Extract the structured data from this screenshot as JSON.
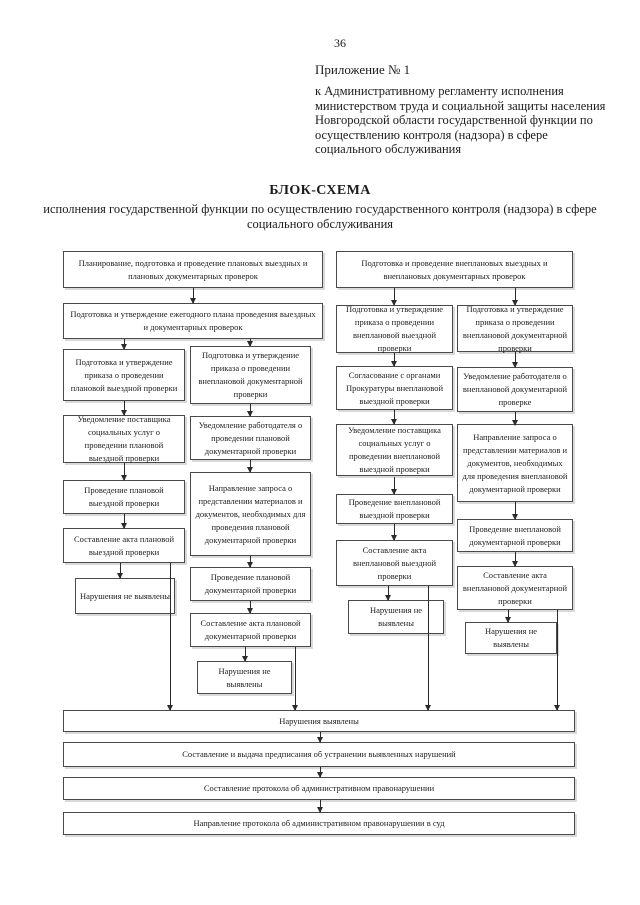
{
  "page_number": "36",
  "header": {
    "appendix": "Приложение № 1",
    "regulation": "к Административному регламенту исполнения министерством труда и социальной защиты населения Новгородской области государственной функции по осуществлению контроля (надзора) в сфере социального обслуживания"
  },
  "title": "БЛОК-СХЕМА",
  "subtitle": "исполнения государственной функции по осуществлению государственного контроля (надзора) в сфере социального обслуживания",
  "flowchart": {
    "top_left": "Планирование, подготовка и проведение плановых выездных и плановых документарных проверок",
    "annual_plan": "Подготовка и утверждение ежегодного плана проведения выездных и документарных проверок",
    "top_right": "Подготовка и проведение внеплановых выездных и внеплановых документарных проверок",
    "col_planned_field": [
      "Подготовка и утверждение приказа о проведении плановой выездной проверки",
      "Уведомление поставщика социальных услуг о проведении плановой выездной проверки",
      "Проведение плановой выездной проверки",
      "Составление акта плановой выездной проверки",
      "Нарушения не выявлены"
    ],
    "col_planned_doc": [
      "Подготовка и утверждение приказа о проведении внеплановой документарной проверки",
      "Уведомление работодателя о проведении плановой документарной проверки",
      "Направление запроса о представлении материалов и документов, необходимых для проведения плановой документарной проверки",
      "Проведение плановой документарной проверки",
      "Составление акта плановой документарной проверки",
      "Нарушения не выявлены"
    ],
    "col_unplanned_field": [
      "Подготовка и утверждение приказа о проведении внеплановой выездной проверки",
      "Согласование с органами Прокуратуры внеплановой выездной проверки",
      "Уведомление поставщика социальных услуг о проведении внеплановой выездной проверки",
      "Проведение внеплановой выездной проверки",
      "Составление акта внеплановой выездной проверки",
      "Нарушения не выявлены"
    ],
    "col_unplanned_doc": [
      "Подготовка и утверждение приказа о проведении внеплановой документарной проверки",
      "Уведомление работодателя о внеплановой документарной проверке",
      "Направление запроса о представлении материалов и документов, необходимых для проведения внеплановой документарной проверки",
      "Проведение внеплановой документарной проверки",
      "Составление акта внеплановой документарной проверки",
      "Нарушения не выявлены"
    ],
    "bottom": [
      "Нарушения выявлены",
      "Составление и выдача предписания об устранении выявленных нарушений",
      "Составление протокола об административном правонарушении",
      "Направление протокола об административном правонарушении в суд"
    ]
  }
}
